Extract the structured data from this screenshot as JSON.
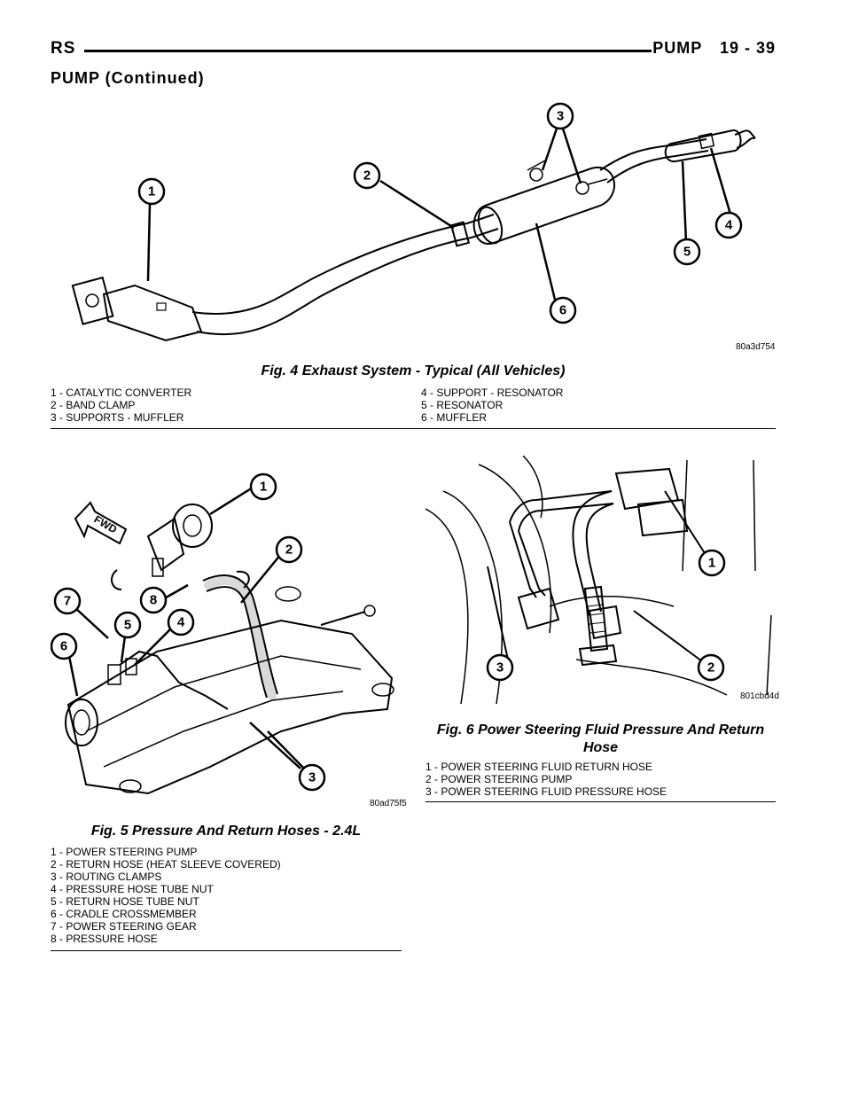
{
  "header": {
    "section": "RS",
    "title": "PUMP",
    "page": "19 - 39"
  },
  "continued": "PUMP (Continued)",
  "fig4": {
    "code": "80a3d754",
    "caption": "Fig. 4 Exhaust System - Typical (All Vehicles)",
    "legend_left": [
      "1 - CATALYTIC CONVERTER",
      "2 - BAND CLAMP",
      "3 - SUPPORTS - MUFFLER"
    ],
    "legend_right": [
      "4 - SUPPORT - RESONATOR",
      "5 - RESONATOR",
      "6 - MUFFLER"
    ],
    "callouts": [
      "1",
      "2",
      "3",
      "4",
      "5",
      "6"
    ]
  },
  "fig5": {
    "code": "80ad75f5",
    "fwd": "FWD",
    "caption": "Fig. 5 Pressure And Return Hoses - 2.4L",
    "legend": [
      "1 - POWER STEERING PUMP",
      "2 - RETURN HOSE (HEAT SLEEVE COVERED)",
      "3 - ROUTING CLAMPS",
      "4 - PRESSURE HOSE TUBE NUT",
      "5 - RETURN HOSE TUBE NUT",
      "6 - CRADLE CROSSMEMBER",
      "7 - POWER STEERING GEAR",
      "8 - PRESSURE HOSE"
    ],
    "callouts": [
      "1",
      "2",
      "3",
      "4",
      "5",
      "6",
      "7",
      "8"
    ]
  },
  "fig6": {
    "code": "801cbd4d",
    "caption": "Fig. 6 Power Steering Fluid Pressure And Return Hose",
    "legend": [
      "1 - POWER STEERING FLUID RETURN HOSE",
      "2 - POWER STEERING PUMP",
      "3 - POWER STEERING FLUID PRESSURE HOSE"
    ],
    "callouts": [
      "1",
      "2",
      "3"
    ]
  }
}
